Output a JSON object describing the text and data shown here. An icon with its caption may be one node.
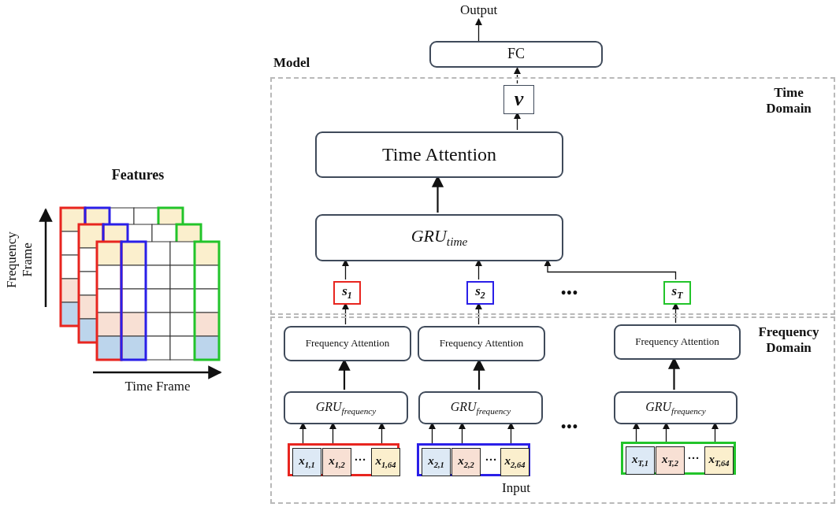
{
  "diagram": {
    "nodes": [
      {
        "text": [
          "Output"
        ]
      },
      {
        "text": [
          "FC"
        ]
      },
      {
        "text": [
          "Model"
        ]
      },
      {
        "text": [
          "Time Domain"
        ],
        "in": 2
      },
      {
        "text": [
          "v"
        ],
        "in": 3
      },
      {
        "text": [
          "Time Attention"
        ],
        "in": 3
      },
      {
        "text": [
          "GRU$_{time}$"
        ],
        "in": 3
      },
      {
        "text": [
          "s$_{1}$"
        ],
        "in": 3
      },
      {
        "text": [
          "s$_{2}$"
        ],
        "in": 3
      },
      {
        "text": [
          "s$_{T}$"
        ],
        "in": 3
      },
      {
        "text": [
          "Frequency Domain"
        ],
        "in": 2
      },
      {
        "text": [
          "Frequency Attention"
        ],
        "in": 10
      },
      {
        "text": [
          "Frequency Attention"
        ],
        "in": 10
      },
      {
        "text": [
          "Frequency Attention"
        ],
        "in": 10
      },
      {
        "text": [
          "GRU$_{frequency}$"
        ],
        "in": 10
      },
      {
        "text": [
          "GRU$_{frequency}$"
        ],
        "in": 10
      },
      {
        "text": [
          "GRU$_{frequency}$"
        ],
        "in": 10
      },
      {
        "text": [],
        "shape": "box",
        "in": 10
      },
      {
        "text": [
          "x$_{1,1}$"
        ],
        "in": 17
      },
      {
        "text": [
          "x$_{1,2}$"
        ],
        "in": 17
      },
      {
        "text": [
          "x$_{1,64}$"
        ],
        "in": 17
      },
      {
        "text": [],
        "shape": "box",
        "in": 10
      },
      {
        "text": [
          "x$_{2,1}$"
        ],
        "in": 21
      },
      {
        "text": [
          "x$_{2,2}$"
        ],
        "in": 21
      },
      {
        "text": [
          "x$_{2,64}$"
        ],
        "in": 21
      },
      {
        "text": [],
        "shape": "box",
        "in": 10
      },
      {
        "text": [
          "x$_{T,1}$"
        ],
        "in": 25
      },
      {
        "text": [
          "x$_{T,2}$"
        ],
        "in": 25
      },
      {
        "text": [
          "x$_{T,64}$"
        ],
        "in": 25
      }
    ],
    "edges": [
      {
        "from": 1,
        "to": 0,
        "arrow": "to"
      },
      {
        "from": 4,
        "to": 1,
        "arrow": "to",
        "style": "dashed"
      },
      {
        "from": 5,
        "to": 4,
        "arrow": "to"
      },
      {
        "from": 6,
        "to": 5,
        "arrow": "to"
      },
      {
        "from": 7,
        "to": 6,
        "arrow": "to"
      },
      {
        "from": 8,
        "to": 6,
        "arrow": "to"
      },
      {
        "from": 9,
        "to": 6,
        "arrow": "to"
      },
      {
        "from": 11,
        "to": 7,
        "arrow": "to"
      },
      {
        "from": 12,
        "to": 8,
        "arrow": "to"
      },
      {
        "from": 13,
        "to": 9,
        "arrow": "to"
      },
      {
        "from": 14,
        "to": 11,
        "arrow": "to"
      },
      {
        "from": 15,
        "to": 12,
        "arrow": "to"
      },
      {
        "from": 16,
        "to": 13,
        "arrow": "to"
      },
      {
        "from": 18,
        "to": 14,
        "arrow": "to"
      },
      {
        "from": 19,
        "to": 14,
        "arrow": "to"
      },
      {
        "from": 20,
        "to": 14,
        "arrow": "to"
      },
      {
        "from": 22,
        "to": 15,
        "arrow": "to"
      },
      {
        "from": 23,
        "to": 15,
        "arrow": "to"
      },
      {
        "from": 24,
        "to": 15,
        "arrow": "to"
      },
      {
        "from": 26,
        "to": 16,
        "arrow": "to"
      },
      {
        "from": 27,
        "to": 16,
        "arrow": "to"
      },
      {
        "from": 28,
        "to": 16,
        "arrow": "to"
      }
    ],
    "labels": [
      "Features",
      "Frequency Frame",
      "Time Frame",
      "•••",
      "•••",
      "…",
      "…",
      "…",
      "Input"
    ]
  }
}
